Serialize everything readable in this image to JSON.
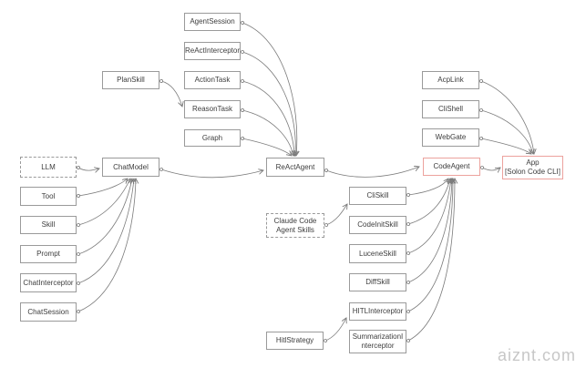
{
  "diagram": {
    "type": "dependency-diagram",
    "nodes": {
      "llm": {
        "label": "LLM",
        "style": "dashed"
      },
      "tool": {
        "label": "Tool"
      },
      "skill": {
        "label": "Skill"
      },
      "prompt": {
        "label": "Prompt"
      },
      "chat_interceptor": {
        "label": "ChatInterceptor"
      },
      "chat_session": {
        "label": "ChatSession"
      },
      "plan_skill": {
        "label": "PlanSkill"
      },
      "chat_model": {
        "label": "ChatModel"
      },
      "agent_session": {
        "label": "AgentSession"
      },
      "react_interceptor": {
        "label": "ReActInterceptor"
      },
      "action_task": {
        "label": "ActionTask"
      },
      "reason_task": {
        "label": "ReasonTask"
      },
      "graph": {
        "label": "Graph"
      },
      "react_agent": {
        "label": "ReActAgent"
      },
      "claude_skills": {
        "label": "Claude Code Agent Skills",
        "style": "dashed"
      },
      "hitl_strategy": {
        "label": "HitlStrategy"
      },
      "cli_skill": {
        "label": "CliSkill"
      },
      "code_init_skill": {
        "label": "CodeInitSkill"
      },
      "lucene_skill": {
        "label": "LuceneSkill"
      },
      "diff_skill": {
        "label": "DiffSkill"
      },
      "hitl_interceptor": {
        "label": "HITLInterceptor"
      },
      "summarization_interceptor": {
        "label": "SummarizationInterceptor"
      },
      "acp_link": {
        "label": "AcpLink"
      },
      "cli_shell": {
        "label": "CliShell"
      },
      "web_gate": {
        "label": "WebGate"
      },
      "code_agent": {
        "label": "CodeAgent",
        "style": "accent"
      },
      "app": {
        "label": "App",
        "sublabel": "[Solon Code CLI]",
        "style": "accent"
      }
    },
    "edges": [
      {
        "from": "LLM",
        "to": "ChatModel"
      },
      {
        "from": "Tool",
        "to": "ChatModel"
      },
      {
        "from": "Skill",
        "to": "ChatModel"
      },
      {
        "from": "Prompt",
        "to": "ChatModel"
      },
      {
        "from": "ChatInterceptor",
        "to": "ChatModel"
      },
      {
        "from": "ChatSession",
        "to": "ChatModel"
      },
      {
        "from": "PlanSkill",
        "to": "ReasonTask"
      },
      {
        "from": "AgentSession",
        "to": "ReActAgent"
      },
      {
        "from": "ReActInterceptor",
        "to": "ReActAgent"
      },
      {
        "from": "ActionTask",
        "to": "ReActAgent"
      },
      {
        "from": "ReasonTask",
        "to": "ReActAgent"
      },
      {
        "from": "Graph",
        "to": "ReActAgent"
      },
      {
        "from": "ChatModel",
        "to": "ReActAgent"
      },
      {
        "from": "ReActAgent",
        "to": "CodeAgent"
      },
      {
        "from": "Claude Code Agent Skills",
        "to": "CliSkill"
      },
      {
        "from": "CliSkill",
        "to": "CodeAgent"
      },
      {
        "from": "CodeInitSkill",
        "to": "CodeAgent"
      },
      {
        "from": "LuceneSkill",
        "to": "CodeAgent"
      },
      {
        "from": "DiffSkill",
        "to": "CodeAgent"
      },
      {
        "from": "HITLInterceptor",
        "to": "CodeAgent"
      },
      {
        "from": "SummarizationInterceptor",
        "to": "CodeAgent"
      },
      {
        "from": "HitlStrategy",
        "to": "HITLInterceptor"
      },
      {
        "from": "AcpLink",
        "to": "App"
      },
      {
        "from": "CliShell",
        "to": "App"
      },
      {
        "from": "WebGate",
        "to": "App"
      },
      {
        "from": "CodeAgent",
        "to": "App"
      }
    ],
    "colors": {
      "node_border": "#9a9a9a",
      "node_text": "#3d3d3d",
      "edge": "#7b7b7b",
      "accent_border": "#eca29d",
      "watermark": "#c7c7c7",
      "bg": "#ffffff"
    }
  },
  "watermark": {
    "text": "aiznt.com"
  }
}
